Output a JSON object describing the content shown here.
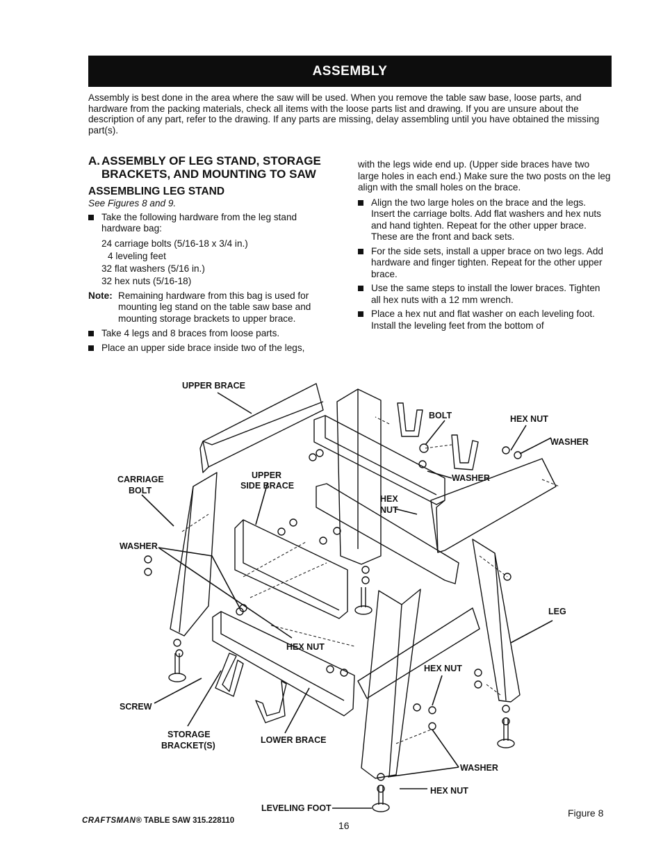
{
  "header": {
    "title": "ASSEMBLY"
  },
  "intro": "Assembly is best done in the area where the saw will be used. When you remove the table saw base, loose parts, and hardware from the packing materials, check all items with the loose parts list and drawing. If you are unsure about the description of any part, refer to the drawing. If any parts are missing, delay assembling until you have obtained the missing part(s).",
  "section": {
    "letter": "A.",
    "title": "ASSEMBLY OF LEG STAND, STORAGE BRACKETS, AND MOUNTING TO SAW",
    "subtitle": "ASSEMBLING LEG STAND",
    "see_figures": "See Figures 8 and 9.",
    "bullet1": "Take the following hardware from the leg stand hardware bag:",
    "hardware": [
      "24 carriage bolts (5/16-18 x 3/4 in.)",
      "4 leveling feet",
      "32 flat washers (5/16 in.)",
      "32 hex nuts (5/16-18)"
    ],
    "note_label": "Note:",
    "note_text": "Remaining hardware from this bag is used for mounting leg stand on the table saw base and mounting storage brackets to upper brace.",
    "bullet2": "Take 4 legs and 8 braces from loose parts.",
    "bullet3": "Place an upper side brace inside two of the legs,",
    "right_para": "with the legs wide end up. (Upper side braces have two large holes in each end.) Make sure the two posts on the leg align with the small holes on the brace.",
    "right_bullets": [
      "Align the two large holes on the brace and the legs. Insert the carriage bolts. Add flat washers and hex nuts and hand tighten. Repeat for the other upper brace. These are the front and back sets.",
      "For the side sets, install a upper brace on two legs. Add hardware and finger tighten. Repeat for the other upper brace.",
      "Use the same steps to install the lower braces. Tighten all hex nuts with a 12 mm wrench.",
      "Place a hex nut and flat washer on each leveling foot. Install the leveling feet from the bottom of"
    ]
  },
  "figure": {
    "labels": {
      "upper_brace": "UPPER BRACE",
      "bolt": "BOLT",
      "hex_nut_top": "HEX NUT",
      "washer_top": "WASHER",
      "carriage": "CARRIAGE",
      "bolt_2": "BOLT",
      "upper": "UPPER",
      "side_brace": "SIDE BRACE",
      "washer_mid": "WASHER",
      "hex": "HEX",
      "nut": "NUT",
      "washer_left": "WASHER",
      "leg": "LEG",
      "hex_nut_center": "HEX NUT",
      "hex_nut_right": "HEX NUT",
      "screw": "SCREW",
      "storage": "STORAGE",
      "brackets": "BRACKET(S)",
      "lower_brace": "LOWER BRACE",
      "washer_bottom": "WASHER",
      "hex_nut_bottom": "HEX NUT",
      "leveling_foot": "LEVELING FOOT"
    },
    "caption": "Figure 8"
  },
  "footer": {
    "brand": "CRAFTSMAN",
    "reg": "®",
    "model": "TABLE SAW 315.228110",
    "page": "16"
  }
}
